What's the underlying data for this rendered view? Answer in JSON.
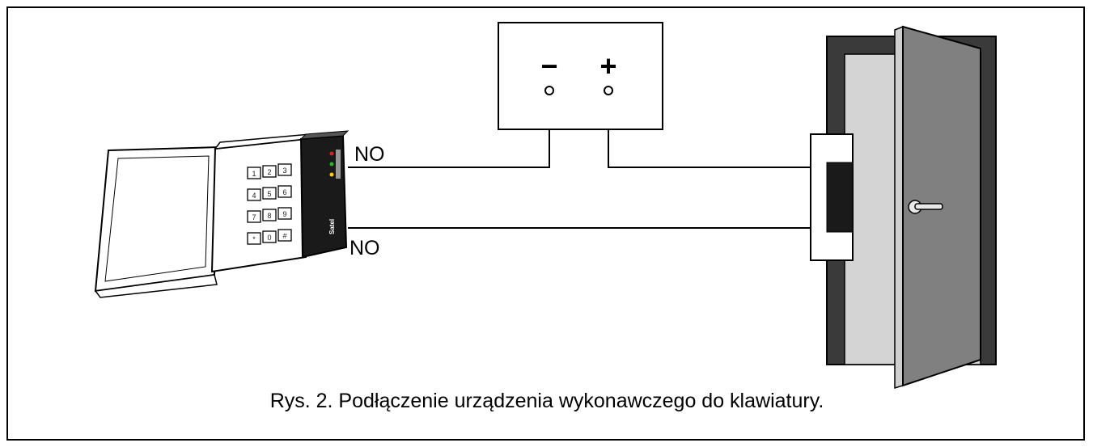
{
  "power_supply": {
    "minus_label": "−",
    "plus_label": "+"
  },
  "keypad": {
    "brand": "Satel",
    "keys": [
      "1",
      "2",
      "3",
      "4",
      "5",
      "6",
      "7",
      "8",
      "9",
      "*",
      "0",
      "#"
    ]
  },
  "wire_labels": {
    "top": "NO",
    "bottom": "NO"
  },
  "caption": "Rys. 2. Podłączenie urządzenia wykonawczego do klawiatury.",
  "colors": {
    "line": "#000000",
    "door_frame": "#3a3a3a",
    "door_leaf": "#808080",
    "door_opening": "#d4d4d4",
    "keypad_front": "#1a1a1a"
  }
}
